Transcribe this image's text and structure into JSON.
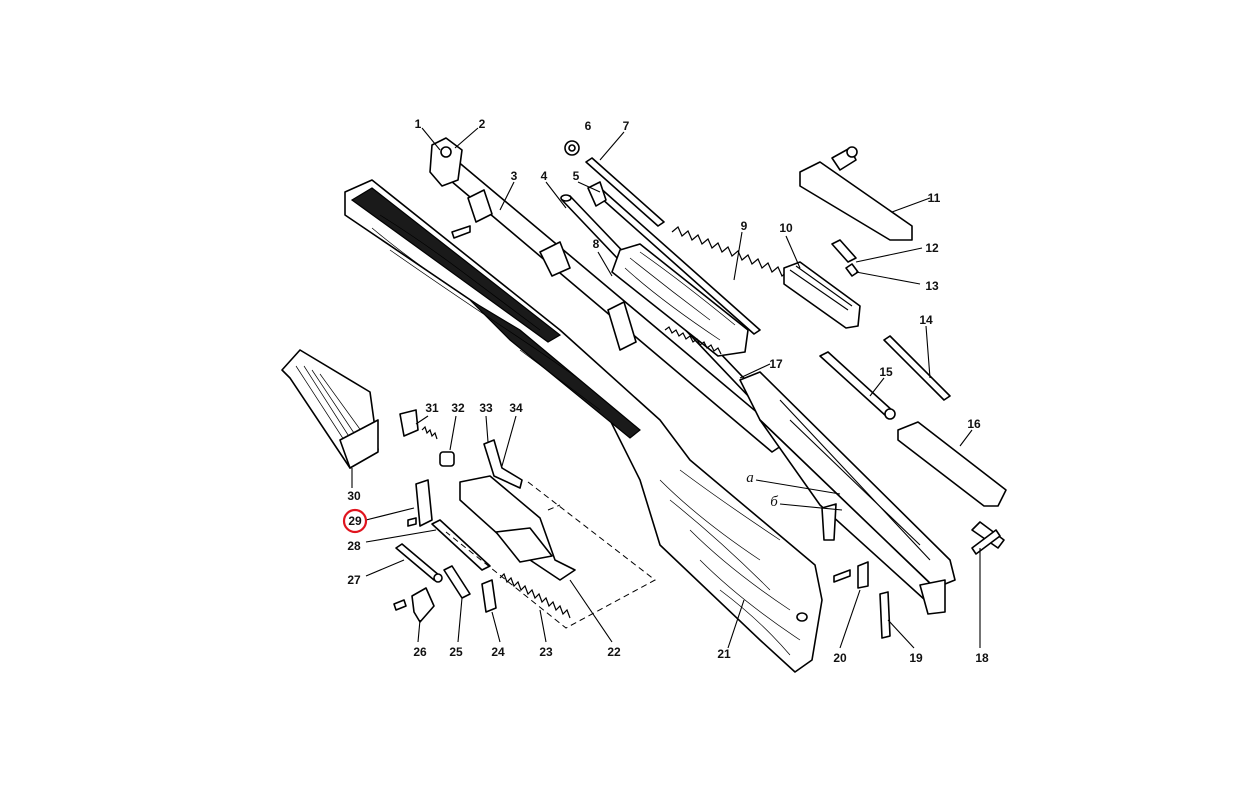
{
  "highlight_color": "#e0141e",
  "callouts": [
    {
      "id": "c1",
      "text": "1"
    },
    {
      "id": "c2",
      "text": "2"
    },
    {
      "id": "c3",
      "text": "3"
    },
    {
      "id": "c4",
      "text": "4"
    },
    {
      "id": "c5",
      "text": "5"
    },
    {
      "id": "c6",
      "text": "6"
    },
    {
      "id": "c7",
      "text": "7"
    },
    {
      "id": "c8",
      "text": "8"
    },
    {
      "id": "c9",
      "text": "9"
    },
    {
      "id": "c10",
      "text": "10"
    },
    {
      "id": "c11",
      "text": "11"
    },
    {
      "id": "c12",
      "text": "12"
    },
    {
      "id": "c13",
      "text": "13"
    },
    {
      "id": "c14",
      "text": "14"
    },
    {
      "id": "c15",
      "text": "15"
    },
    {
      "id": "c16",
      "text": "16"
    },
    {
      "id": "c17",
      "text": "17"
    },
    {
      "id": "c18",
      "text": "18"
    },
    {
      "id": "c19",
      "text": "19"
    },
    {
      "id": "c20",
      "text": "20"
    },
    {
      "id": "c21",
      "text": "21"
    },
    {
      "id": "c22",
      "text": "22"
    },
    {
      "id": "c23",
      "text": "23"
    },
    {
      "id": "c24",
      "text": "24"
    },
    {
      "id": "c25",
      "text": "25"
    },
    {
      "id": "c26",
      "text": "26"
    },
    {
      "id": "c27",
      "text": "27"
    },
    {
      "id": "c28",
      "text": "28"
    },
    {
      "id": "c29",
      "text": "29"
    },
    {
      "id": "c30",
      "text": "30"
    },
    {
      "id": "c31",
      "text": "31"
    },
    {
      "id": "c32",
      "text": "32"
    },
    {
      "id": "c33",
      "text": "33"
    },
    {
      "id": "c34",
      "text": "34"
    },
    {
      "id": "ca",
      "text": "a"
    },
    {
      "id": "cb",
      "text": "б"
    }
  ],
  "highlighted_callout": "29"
}
